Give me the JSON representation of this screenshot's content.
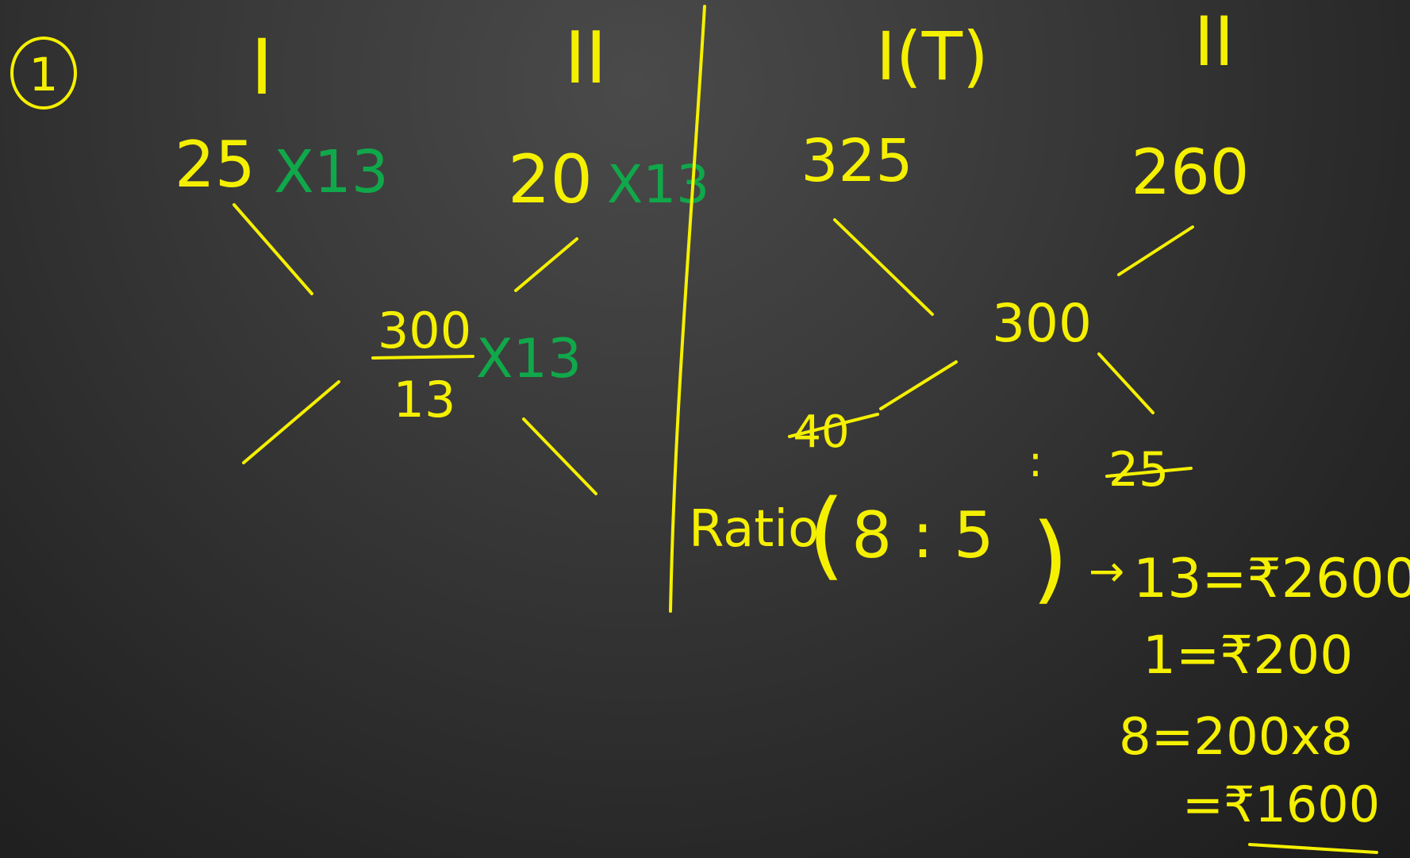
{
  "board": {
    "colors": {
      "chalk_yellow": "#f5f000",
      "chalk_green": "#10a84a",
      "board_dark": "#2a2a2a"
    },
    "question_number": "1",
    "left": {
      "heading_1": "I",
      "heading_2": "II",
      "value_1": "25",
      "mult_1": "X13",
      "value_2": "20",
      "mult_2": "X13",
      "mean_num": "300",
      "mean_den": "13",
      "mean_mult": "X13"
    },
    "right": {
      "heading_1": "I(T)",
      "heading_2": "II",
      "value_1": "325",
      "value_2": "260",
      "mean": "300",
      "diff_1": "40",
      "ratio_colon": ":",
      "diff_2": "25"
    },
    "ratio": {
      "word": "Ratio",
      "open": "(",
      "value": "8 : 5",
      "close": ")",
      "arrow": "→"
    },
    "working": {
      "line_1": "13=₹2600",
      "line_2": "1=₹200",
      "line_3": "8=200x8",
      "line_4": "=₹1600"
    }
  }
}
